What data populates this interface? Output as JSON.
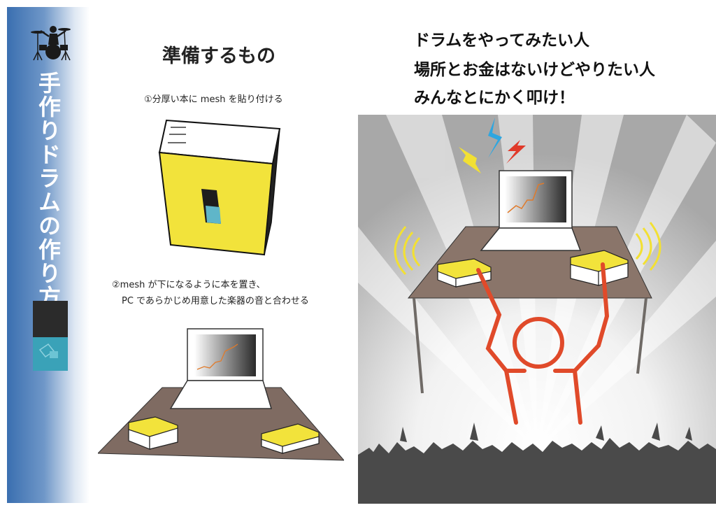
{
  "sidebar": {
    "title": "手作りドラムの作り方",
    "accent_color": "#3a6fb0",
    "logo_icon": "drummer-silhouette-icon",
    "sample_icon": "mesh-on-book-icon"
  },
  "left": {
    "title": "準備するもの",
    "step1": "①分厚い本に mesh を貼り付ける",
    "step2_line1": "②mesh が下になるように本を置き、",
    "step2_line2": "PC であらかじめ用意した楽器の音と合わせる"
  },
  "right": {
    "line1": "ドラムをやってみたい人",
    "line2": "場所とお金はないけどやりたい人",
    "line3": "みんなとにかく叩け！"
  },
  "colors": {
    "book_yellow": "#f2e33b",
    "table_brown": "#8a756a",
    "figure_orange": "#e04a2a",
    "crowd_gray": "#4a4a4a"
  }
}
